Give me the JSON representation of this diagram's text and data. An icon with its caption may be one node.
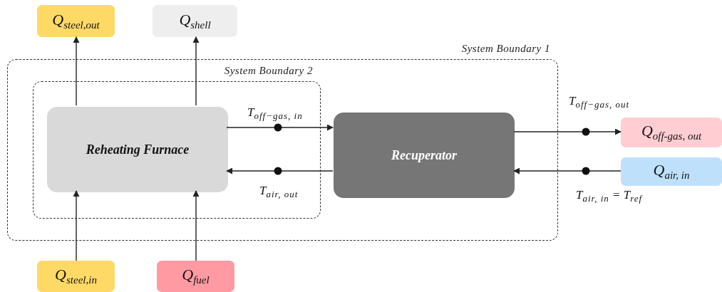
{
  "diagram": {
    "nodes": [
      {
        "text": [
          "System Boundary 1"
        ]
      },
      {
        "text": [
          "System Boundary 2"
        ],
        "in": 0
      },
      {
        "text": [
          "Reheating Furnace"
        ],
        "in": 1
      },
      {
        "text": [
          "Recuperator"
        ],
        "in": 0
      },
      {
        "text": [
          "Q$_{steel,out}$"
        ]
      },
      {
        "text": [
          "Q$_{shell}$"
        ]
      },
      {
        "text": [
          "Q$_{off-gas, out}$"
        ]
      },
      {
        "text": [
          "Q$_{air, in}$"
        ]
      },
      {
        "text": [
          "Q$_{steel,in}$"
        ]
      },
      {
        "text": [
          "Q$_{fuel}$"
        ]
      }
    ],
    "edges": [
      {
        "from": 2,
        "to": 4,
        "arrow": "to"
      },
      {
        "from": 2,
        "to": 5,
        "arrow": "to"
      },
      {
        "from": 8,
        "to": 2,
        "arrow": "to"
      },
      {
        "from": 9,
        "to": 2,
        "arrow": "to"
      },
      {
        "from": 2,
        "to": 3,
        "arrow": "to",
        "label": "T$_{off−gas, in}$"
      },
      {
        "from": 3,
        "to": 2,
        "arrow": "to",
        "label": "T$_{air, out}$"
      },
      {
        "from": 3,
        "to": 6,
        "arrow": "to",
        "label": "T$_{off−gas, out}$"
      },
      {
        "from": 7,
        "to": 3,
        "arrow": "to",
        "label": "T$_{air, in}$ = T$_{ref}$"
      }
    ]
  }
}
